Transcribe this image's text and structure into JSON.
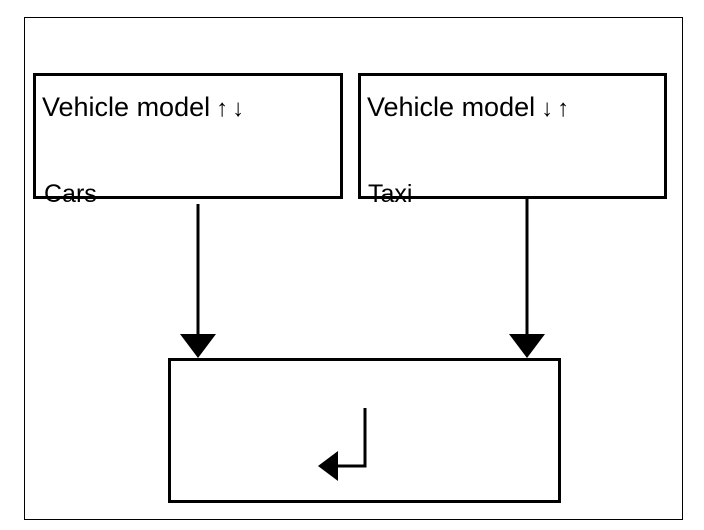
{
  "diagram": {
    "nodes": [
      {
        "id": "cars",
        "title": "Vehicle model",
        "sort_arrows": "↑↓",
        "caption": "Cars"
      },
      {
        "id": "taxi",
        "title": "Vehicle model",
        "sort_arrows": "↓↑",
        "caption": "Taxi"
      },
      {
        "id": "target",
        "icon": "return-arrow-icon"
      }
    ],
    "edges": [
      {
        "from": "cars",
        "to": "target"
      },
      {
        "from": "taxi",
        "to": "target"
      }
    ],
    "colors": {
      "line": "#000000",
      "background": "#ffffff"
    }
  }
}
